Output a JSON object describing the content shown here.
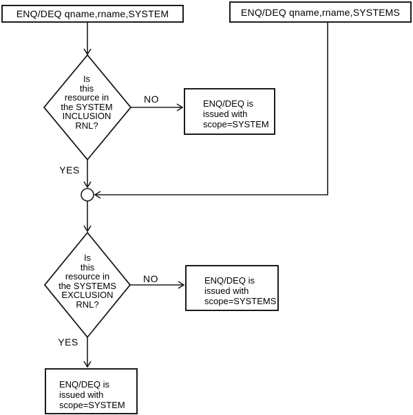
{
  "flow": {
    "start_left": "ENQ/DEQ qname,rname,SYSTEM",
    "start_right": "ENQ/DEQ qname,rname,SYSTEMS",
    "decision1": "Is\nthis\nresource in\nthe SYSTEM\nINCLUSION\nRNL?",
    "decision1_no_label": "NO",
    "decision1_yes_label": "YES",
    "result_no1": "ENQ/DEQ is\nissued with\nscope=SYSTEM",
    "decision2": "Is\nthis\nresource in\nthe SYSTEMS\nEXCLUSION\nRNL?",
    "decision2_no_label": "NO",
    "decision2_yes_label": "YES",
    "result_no2": "ENQ/DEQ is\nissued with\nscope=SYSTEMS",
    "result_yes2": "ENQ/DEQ is\nissued with\nscope=SYSTEM"
  },
  "colors": {
    "line": "#1a1a1a",
    "background": "#ffffff",
    "text": "#000000"
  }
}
